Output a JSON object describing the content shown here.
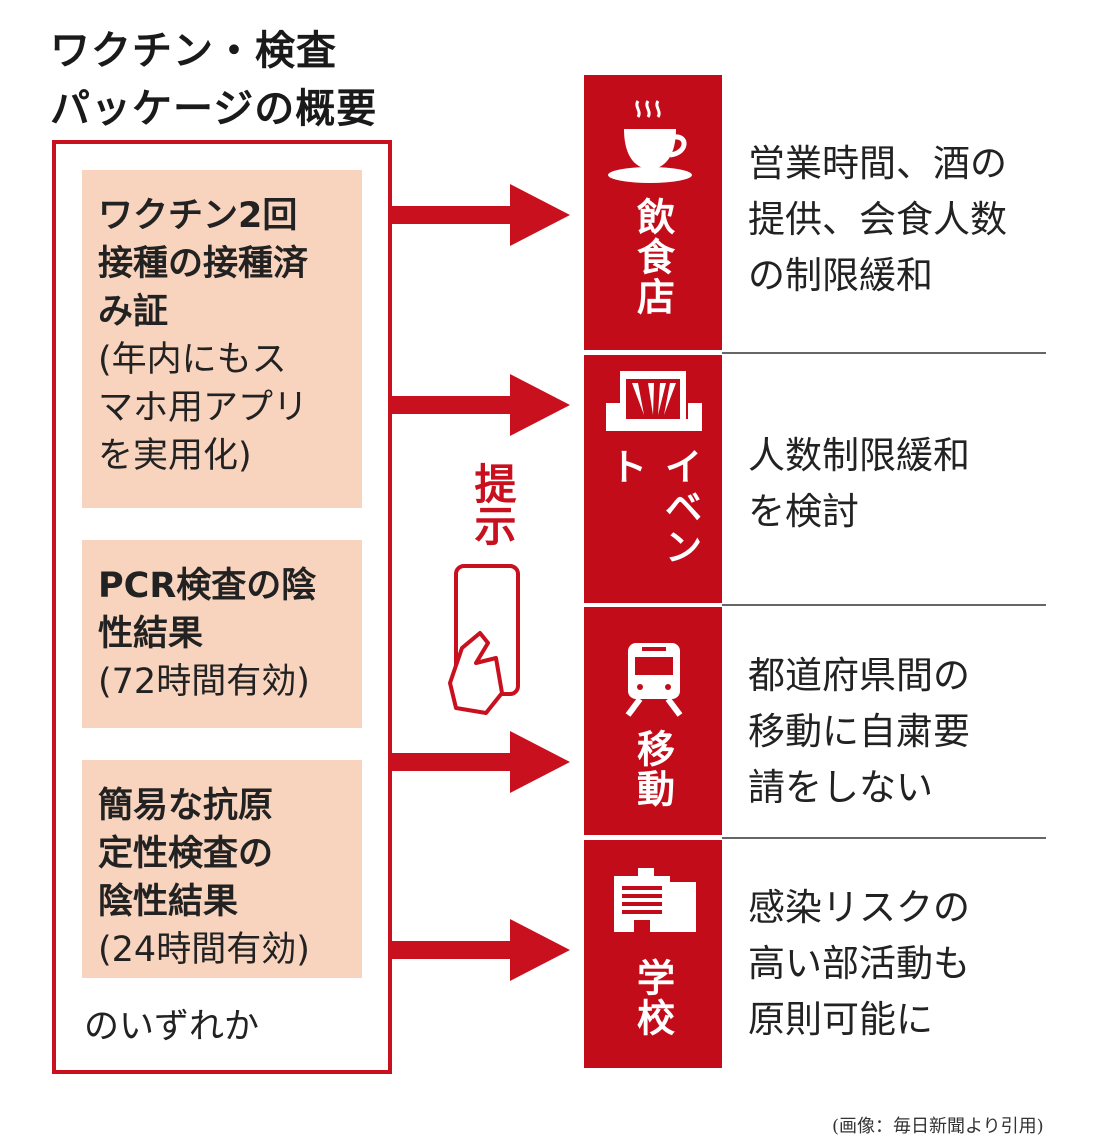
{
  "title": {
    "line1": "ワクチン・検査",
    "line2": "パッケージの概要"
  },
  "conditions": [
    {
      "bold_lines": [
        "ワクチン2回",
        "接種の接種済",
        "み証"
      ],
      "lines": [
        "(年内にもス",
        "マホ用アプリ",
        "を実用化)"
      ]
    },
    {
      "bold_lines": [
        "PCR検査の陰",
        "性結果"
      ],
      "lines": [
        "(72時間有効)"
      ]
    },
    {
      "bold_lines": [
        "簡易な抗原",
        "定性検査の",
        "陰性結果"
      ],
      "lines": [
        "(24時間有効)"
      ]
    }
  ],
  "footer_note": "のいずれか",
  "present_label": "提示",
  "categories": [
    {
      "label": "飲食店",
      "icon": "coffee-cup-icon",
      "desc": [
        "営業時間、酒の",
        "提供、会食人数",
        "の制限緩和"
      ]
    },
    {
      "label": "イベント",
      "icon": "stage-icon",
      "desc": [
        "人数制限緩和",
        "を検討"
      ]
    },
    {
      "label": "移動",
      "icon": "train-icon",
      "desc": [
        "都道府県間の",
        "移動に自粛要",
        "請をしない"
      ]
    },
    {
      "label": "学校",
      "icon": "school-building-icon",
      "desc": [
        "感染リスクの",
        "高い部活動も",
        "原則可能に"
      ]
    }
  ],
  "caption": "(画像：毎日新聞より引用)",
  "colors": {
    "red": "#c20c1a",
    "pink": "#f8d4bf"
  }
}
